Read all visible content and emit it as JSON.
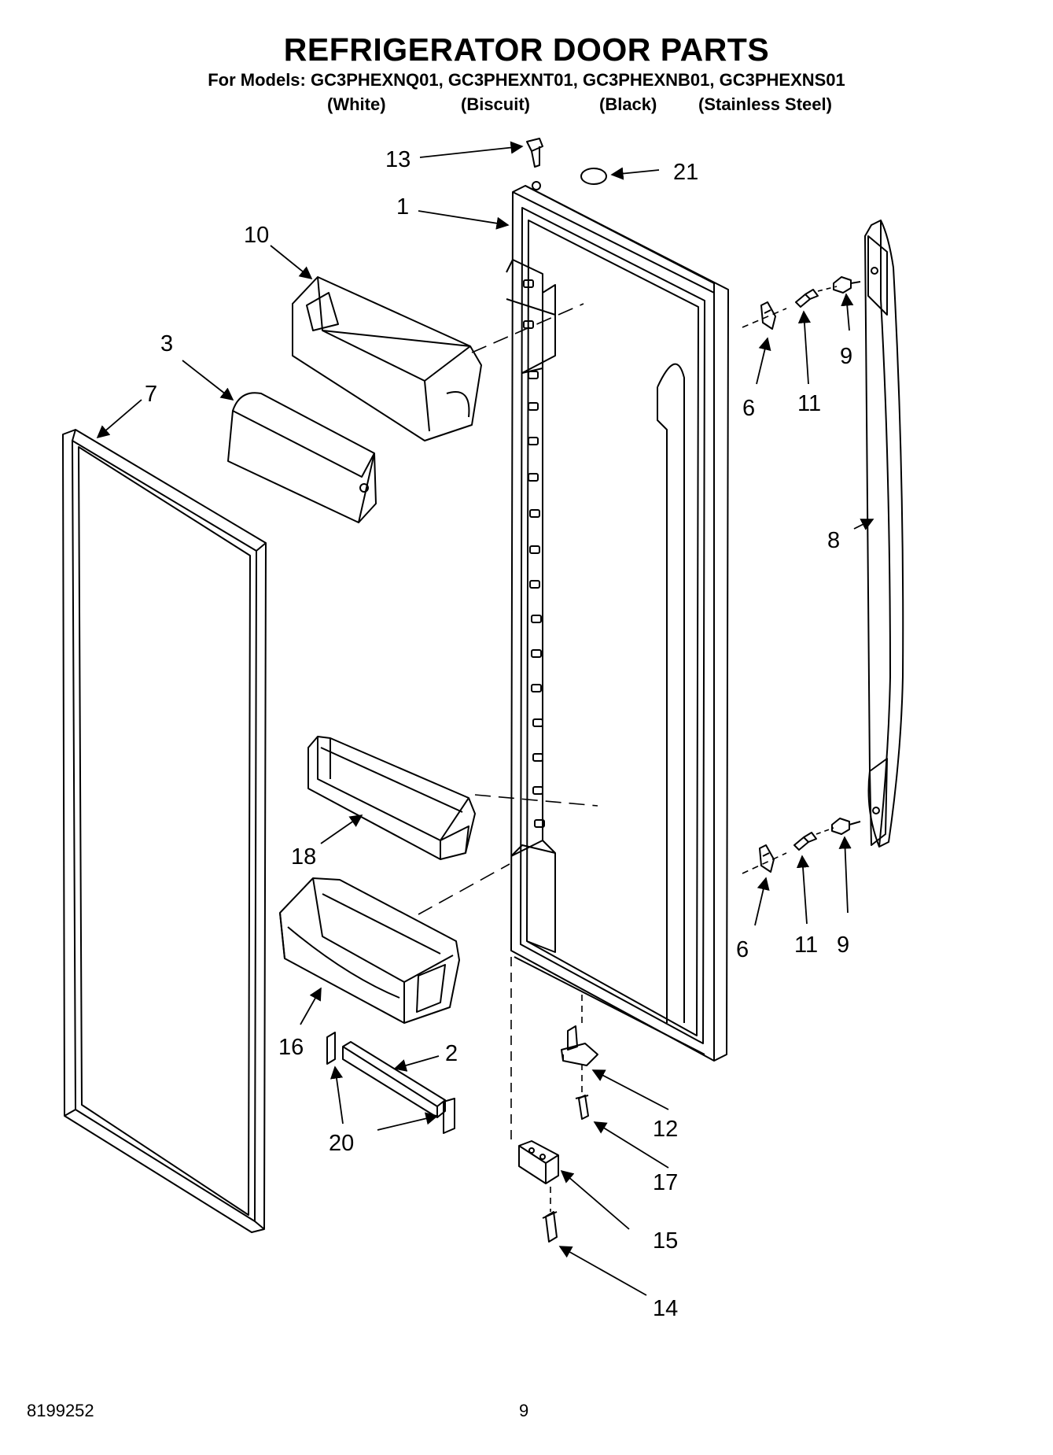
{
  "header": {
    "title": "REFRIGERATOR DOOR PARTS",
    "models_line": "For Models: GC3PHEXNQ01, GC3PHEXNT01, GC3PHEXNB01, GC3PHEXNS01",
    "variants": [
      "(White)",
      "(Biscuit)",
      "(Black)",
      "(Stainless Steel)"
    ]
  },
  "callouts": {
    "c1": "1",
    "c2": "2",
    "c3": "3",
    "c6a": "6",
    "c6b": "6",
    "c7": "7",
    "c8": "8",
    "c9a": "9",
    "c9b": "9",
    "c10": "10",
    "c11a": "11",
    "c11b": "11",
    "c12": "12",
    "c13": "13",
    "c14": "14",
    "c15": "15",
    "c16": "16",
    "c17": "17",
    "c18": "18",
    "c20": "20",
    "c21": "21"
  },
  "footer": {
    "doc_number": "8199252",
    "page_number": "9"
  }
}
